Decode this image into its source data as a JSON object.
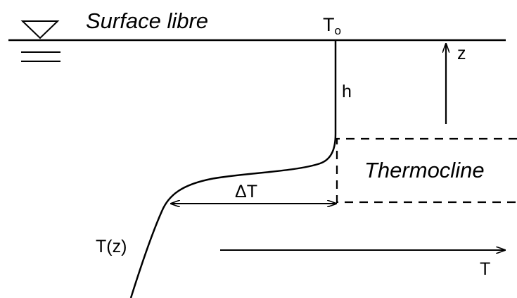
{
  "labels": {
    "surface": "Surface libre",
    "surface_temp": "T",
    "surface_temp_sub": "o",
    "depth_axis": "z",
    "height": "h",
    "thermocline": "Thermocline",
    "delta_t": "ΔT",
    "profile": "T(z)",
    "temp_axis": "T"
  },
  "colors": {
    "ink": "#000000",
    "background": "#ffffff"
  },
  "icons": {
    "water_level": "water-level-triangle-icon"
  }
}
